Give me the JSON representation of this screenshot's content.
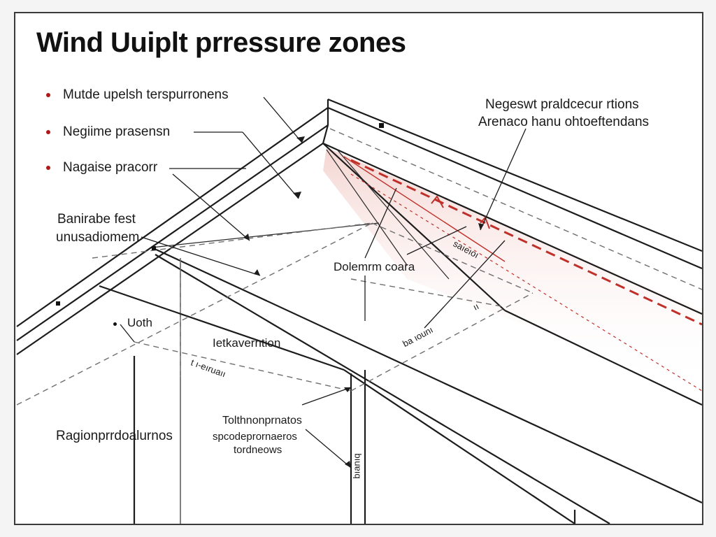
{
  "title": "Wind Uuiplt prressure zones",
  "colors": {
    "frame": "#3a3a3a",
    "line": "#1c1c1c",
    "dashed": "#6f6f6f",
    "pressure_red": "#c0302a",
    "pressure_fill": "#f3d6d3",
    "bullet_red": "#b01818"
  },
  "labels": {
    "bullet_1": "Mutde upelsh terspurronens",
    "bullet_2": "Negiime prasensn",
    "bullet_3": "Nagaise pracorr",
    "mid_left_1": "Banirabe fest",
    "mid_left_2": "unusadiomem",
    "top_right_1": "Negeswt praldcecur rtions",
    "top_right_2": "Arenaco hanu ohtoeftendans",
    "center": "Dolemrm coara",
    "small_bullet": "Uoth",
    "fetka": "Ietkaverntion",
    "rotated_1": "t ı-eıruaıı",
    "rotated_2": "ba ıounı",
    "rotated_3": "ıı",
    "rotated_4": "saıeıoı",
    "region": "Ragionprrdoalurnos",
    "bottom_center_1": "Tolthnonprnatos",
    "bottom_center_2": "spcodeprornaeros",
    "bottom_center_3": "tordneows",
    "vertical": "bıanıq"
  }
}
